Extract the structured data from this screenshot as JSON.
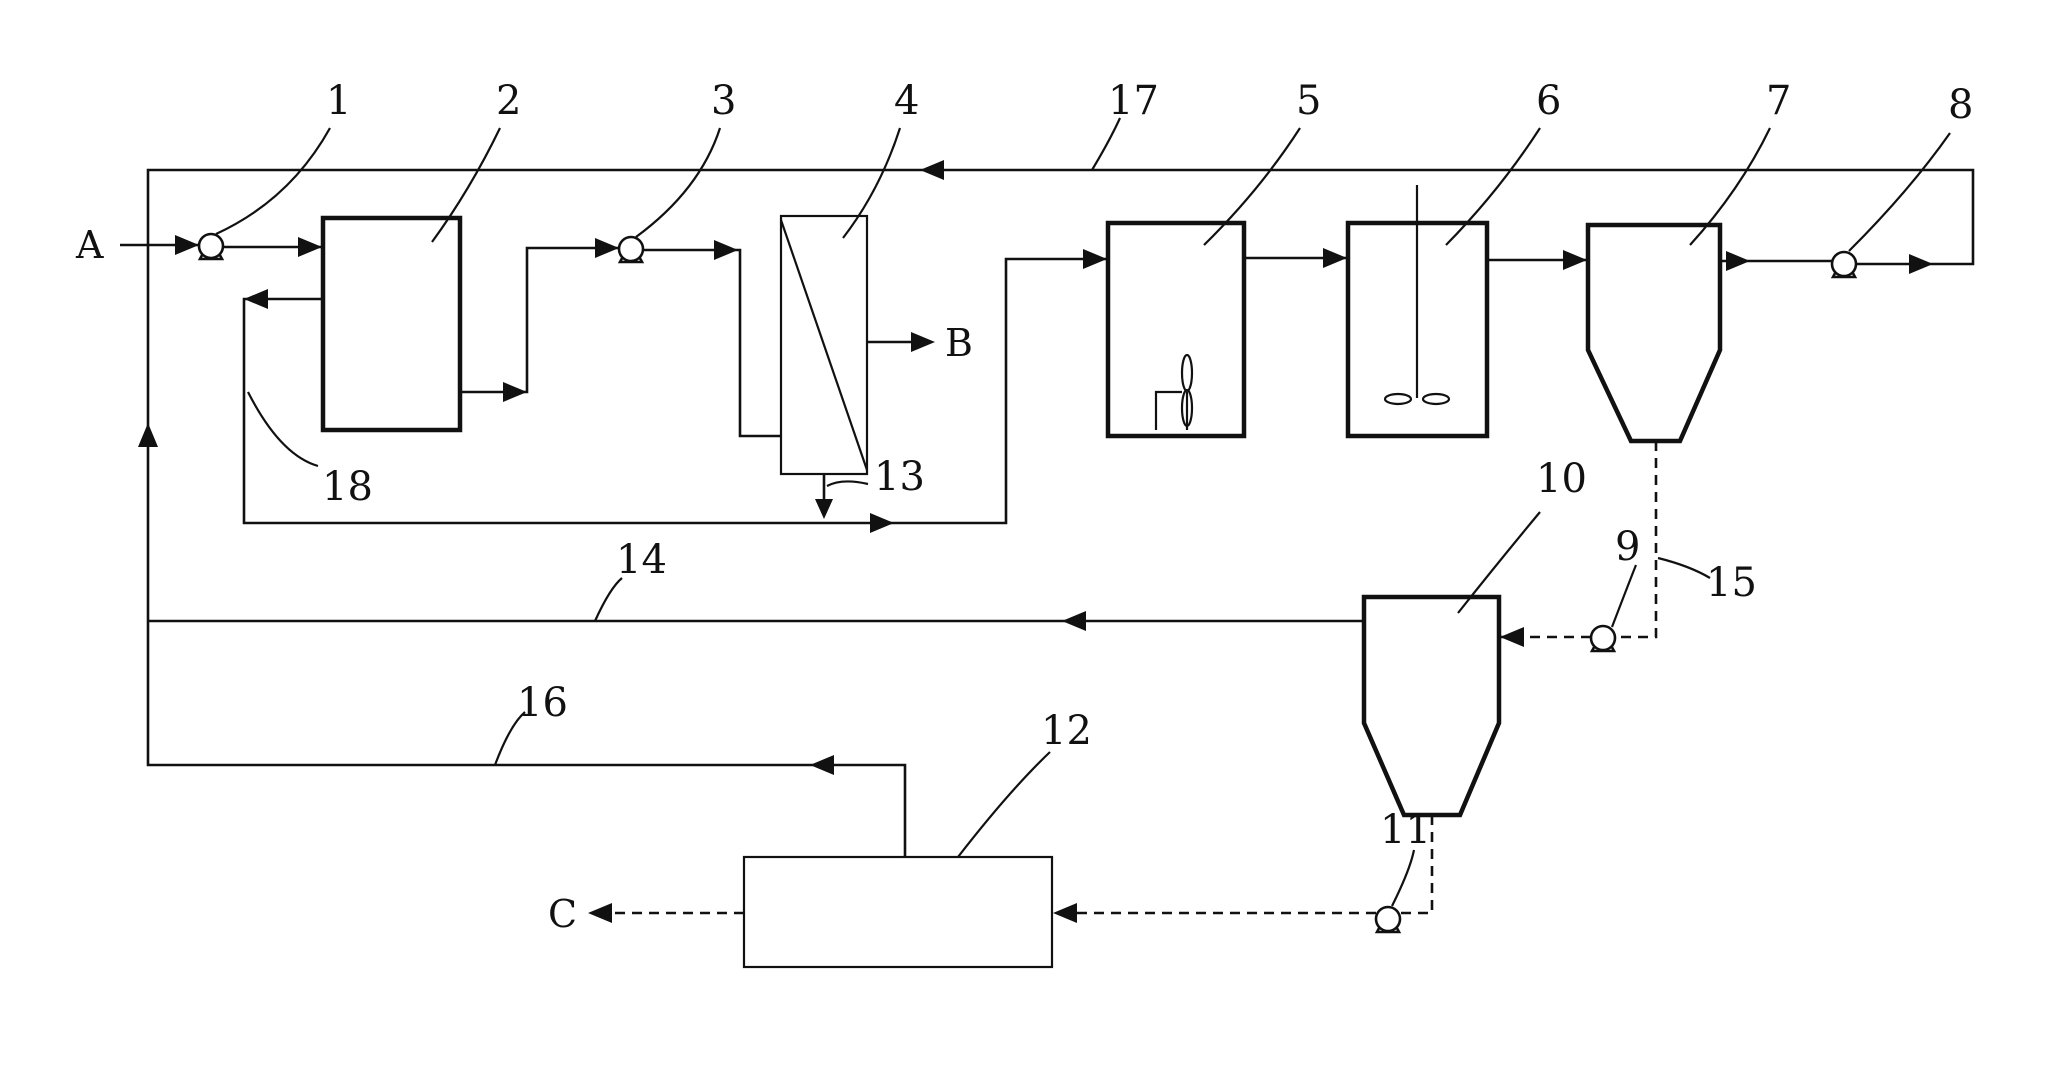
{
  "figure": {
    "inputs": {
      "a": "A"
    },
    "outputs": {
      "b": "B",
      "c": "C"
    },
    "labels": {
      "n1": "1",
      "n2": "2",
      "n3": "3",
      "n4": "4",
      "n5": "5",
      "n6": "6",
      "n7": "7",
      "n8": "8",
      "n9": "9",
      "n10": "10",
      "n11": "11",
      "n12": "12",
      "n13": "13",
      "n14": "14",
      "n15": "15",
      "n16": "16",
      "n17": "17",
      "n18": "18"
    }
  }
}
